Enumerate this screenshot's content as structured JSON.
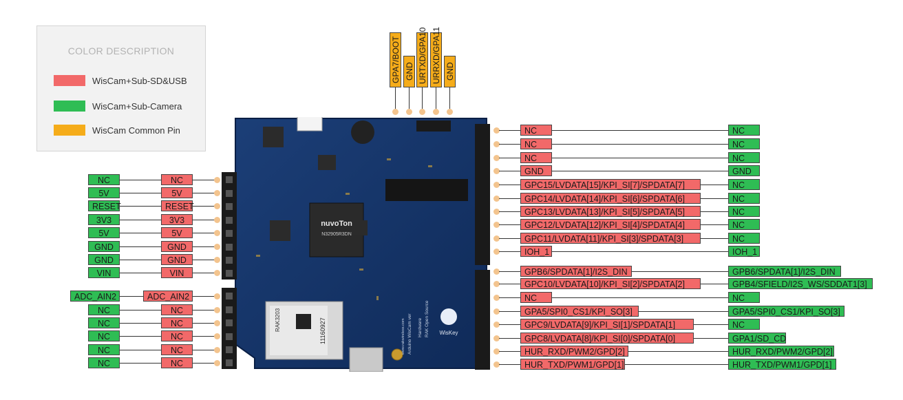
{
  "legend": {
    "title": "COLOR DESCRIPTION",
    "items": [
      {
        "label": "WisCam+Sub-SD&USB",
        "color": "#f26969"
      },
      {
        "label": "WisCam+Sub-Camera",
        "color": "#2fbd54"
      },
      {
        "label": "WisCam Common Pin",
        "color": "#f5ac1a"
      }
    ]
  },
  "top_pins": [
    "GPA7/BOOT",
    "GND",
    "URTXD/GPA10",
    "URRXD/GPA11",
    "GND"
  ],
  "left_pins": [
    {
      "red": "NC",
      "green": "NC"
    },
    {
      "red": "5V",
      "green": "5V"
    },
    {
      "red": "RESET",
      "green": "RESET"
    },
    {
      "red": "3V3",
      "green": "3V3"
    },
    {
      "red": "5V",
      "green": "5V"
    },
    {
      "red": "GND",
      "green": "GND"
    },
    {
      "red": "GND",
      "green": "GND"
    },
    {
      "red": "VIN",
      "green": "VIN"
    },
    {
      "red": "ADC_AIN2",
      "green": "ADC_AIN2"
    },
    {
      "red": "NC",
      "green": "NC"
    },
    {
      "red": "NC",
      "green": "NC"
    },
    {
      "red": "NC",
      "green": "NC"
    },
    {
      "red": "NC",
      "green": "NC"
    },
    {
      "red": "NC",
      "green": "NC"
    }
  ],
  "right_pins": [
    {
      "red": "NC",
      "green": "NC"
    },
    {
      "red": "NC",
      "green": "NC"
    },
    {
      "red": "NC",
      "green": "NC"
    },
    {
      "red": "GND",
      "green": "GND"
    },
    {
      "red": "GPC15/LVDATA[15]/KPI_SI[7]/SPDATA[7]",
      "green": "NC"
    },
    {
      "red": "GPC14/LVDATA[14]/KPI_SI[6]/SPDATA[6]",
      "green": "NC"
    },
    {
      "red": "GPC13/LVDATA[13]/KPI_SI[5]/SPDATA[5]",
      "green": "NC"
    },
    {
      "red": "GPC12/LVDATA[12]/KPI_SI[4]/SPDATA[4]",
      "green": "NC"
    },
    {
      "red": "GPC11/LVDATA[11]/KPI_SI[3]/SPDATA[3]",
      "green": "NC"
    },
    {
      "red": "IOH_1",
      "green": "IOH_1"
    },
    {
      "red": "GPB6/SPDATA[1]/I2S_DIN",
      "green": "GPB6/SPDATA[1]/I2S_DIN"
    },
    {
      "red": "GPC10/LVDATA[10]/KPI_SI[2]/SPDATA[2]",
      "green": "GPB4/SFIELD/I2S_WS/SDDAT1[3]"
    },
    {
      "red": "NC",
      "green": "NC"
    },
    {
      "red": "GPA5/SPI0_CS1/KPI_SO[3]",
      "green": "GPA5/SPI0_CS1/KPI_SO[3]"
    },
    {
      "red": "GPC9/LVDATA[9]/KPI_SI[1]/SPDATA[1]",
      "green": "NC"
    },
    {
      "red": "GPC8/LVDATA[8]/KPI_SI[0]/SPDATA[0]",
      "green": "GPA1/SD_CD"
    },
    {
      "red": "HUR_RXD/PWM2/GPD[2]",
      "green": "HUR_RXD/PWM2/GPD[2]"
    },
    {
      "red": "HUR_TXD/PWM1/GPD[1]",
      "green": "HUR_TXD/PWM1/GPD[1]"
    }
  ],
  "board": {
    "chip_brand": "nuvoTon",
    "chip_part": "N32905R3DN",
    "module_label": "RAK3203",
    "module_serial": "11160927",
    "silk_brand": "WisKey",
    "silk_line1": "RAK Open Source",
    "silk_line2": "Hardware",
    "silk_line3": "Arduino WisCam ver",
    "silk_url": "www.rakwireless.com"
  }
}
